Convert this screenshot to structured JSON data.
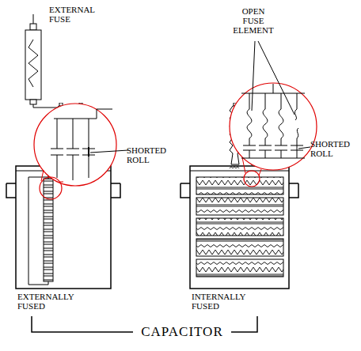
{
  "diagram": {
    "labels": [
      "EXTERNAL FUSE",
      "SHORTED ROLL",
      "OPEN FUSE ELEMENT",
      "SHORTED ROLL",
      "EXTERNALLY FUSED",
      "INTERNALLY FUSED",
      "CAPACITOR"
    ]
  }
}
